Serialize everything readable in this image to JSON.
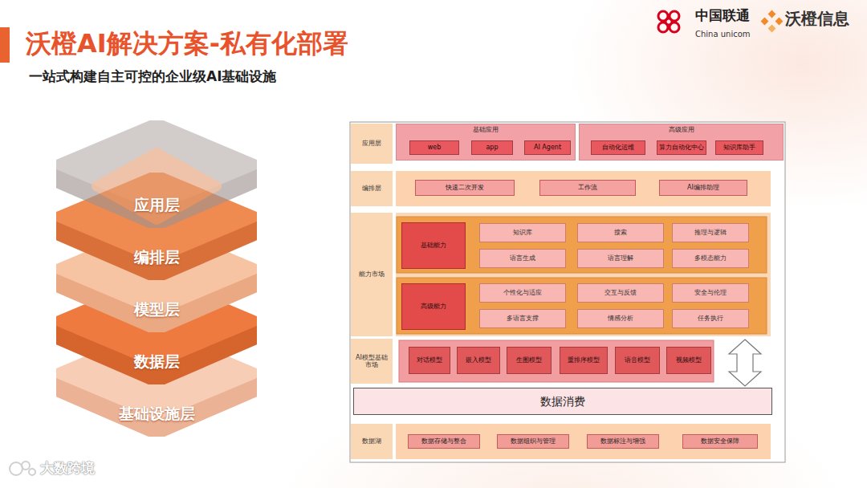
{
  "diagram": {
    "title": "沃橙AI解决方案-私有化部署",
    "nodes": [
      {
        "text": [
          "应用层"
        ]
      },
      {
        "text": [
          "编排层"
        ]
      },
      {
        "text": [
          "模型层"
        ]
      },
      {
        "text": [
          "数据层"
        ]
      },
      {
        "text": [
          "基础设施层"
        ]
      },
      {
        "text": [
          "应用层"
        ]
      },
      {
        "text": [
          "基础应用"
        ]
      },
      {
        "text": [
          "web"
        ],
        "in": 6
      },
      {
        "text": [
          "app"
        ],
        "in": 6
      },
      {
        "text": [
          "AI Agent"
        ],
        "in": 6
      },
      {
        "text": [
          "高级应用"
        ]
      },
      {
        "text": [
          "自动化运维"
        ],
        "in": 10
      },
      {
        "text": [
          "算力自动化中心"
        ],
        "in": 10
      },
      {
        "text": [
          "知识库助手"
        ],
        "in": 10
      },
      {
        "text": [
          "编排层"
        ]
      },
      {
        "text": [
          "快速二次开发"
        ]
      },
      {
        "text": [
          "工作流"
        ]
      },
      {
        "text": [
          "AI编排助理"
        ]
      },
      {
        "text": [
          "能力市场"
        ]
      },
      {
        "text": [
          "基础能力"
        ]
      },
      {
        "text": [
          "知识库"
        ]
      },
      {
        "text": [
          "搜索"
        ]
      },
      {
        "text": [
          "推理与逻辑"
        ]
      },
      {
        "text": [
          "语言生成"
        ]
      },
      {
        "text": [
          "语言理解"
        ]
      },
      {
        "text": [
          "多模态能力"
        ]
      },
      {
        "text": [
          "高级能力"
        ]
      },
      {
        "text": [
          "个性化与适应"
        ]
      },
      {
        "text": [
          "交互与反馈"
        ]
      },
      {
        "text": [
          "安全与伦理"
        ]
      },
      {
        "text": [
          "多语言支撑"
        ]
      },
      {
        "text": [
          "情感分析"
        ]
      },
      {
        "text": [
          "任务执行"
        ]
      },
      {
        "text": [
          "AI模型基础市场"
        ]
      },
      {
        "text": [
          "对话模型"
        ]
      },
      {
        "text": [
          "嵌入模型"
        ]
      },
      {
        "text": [
          "生图模型"
        ]
      },
      {
        "text": [
          "重排序模型"
        ]
      },
      {
        "text": [
          "语音模型"
        ]
      },
      {
        "text": [
          "视频模型"
        ]
      },
      {
        "text": [
          "数据消费"
        ]
      },
      {
        "text": [
          "数据湖"
        ]
      },
      {
        "text": [
          "数据存储与整合"
        ]
      },
      {
        "text": [
          "数据组织与管理"
        ]
      },
      {
        "text": [
          "数据标注与增强"
        ]
      },
      {
        "text": [
          "数据安全保障"
        ]
      }
    ],
    "labels": [
      "一站式构建自主可控的企业级AI基础设施",
      "中国联通",
      "China unicom",
      "沃橙信息",
      "大数跨境"
    ]
  }
}
